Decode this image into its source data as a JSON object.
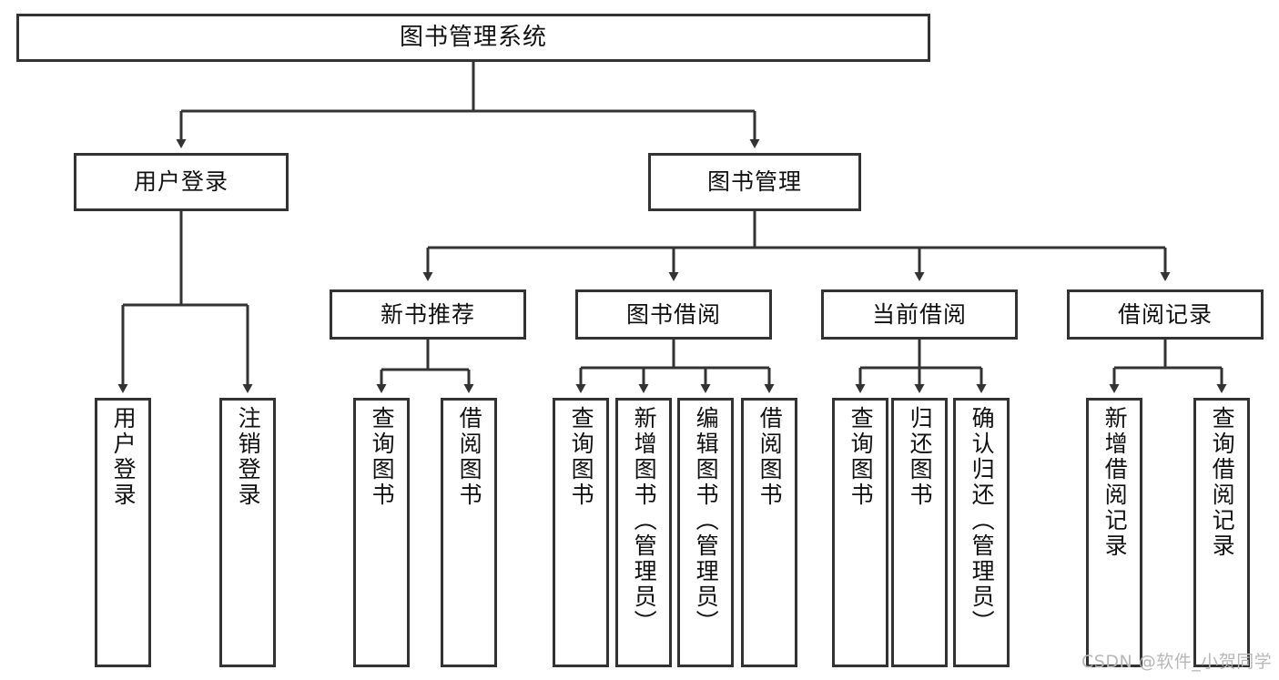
{
  "diagram": {
    "title": "图书管理系统",
    "type": "tree-hierarchy-diagram",
    "root": {
      "label": "图书管理系统"
    },
    "level2": [
      {
        "label": "用户登录"
      },
      {
        "label": "图书管理"
      }
    ],
    "level3": [
      {
        "label": "新书推荐"
      },
      {
        "label": "图书借阅"
      },
      {
        "label": "当前借阅"
      },
      {
        "label": "借阅记录"
      }
    ],
    "leaves": {
      "user_login": [
        {
          "label": "用户登录"
        },
        {
          "label": "注销登录"
        }
      ],
      "new_book_recommend": [
        {
          "label": "查询图书"
        },
        {
          "label": "借阅图书"
        }
      ],
      "book_borrow": [
        {
          "label": "查询图书"
        },
        {
          "label": "新增图书（管理员）"
        },
        {
          "label": "编辑图书（管理员）"
        },
        {
          "label": "借阅图书"
        }
      ],
      "current_borrow": [
        {
          "label": "查询图书"
        },
        {
          "label": "归还图书"
        },
        {
          "label": "确认归还（管理员）"
        }
      ],
      "borrow_record": [
        {
          "label": "新增借阅记录"
        },
        {
          "label": "查询借阅记录"
        }
      ]
    }
  },
  "watermark": {
    "text": "CSDN @软件_小贺同学"
  },
  "colors": {
    "stroke": "#333333",
    "fill": "#ffffff",
    "text": "#111111",
    "watermark": "#b8b8b8"
  }
}
